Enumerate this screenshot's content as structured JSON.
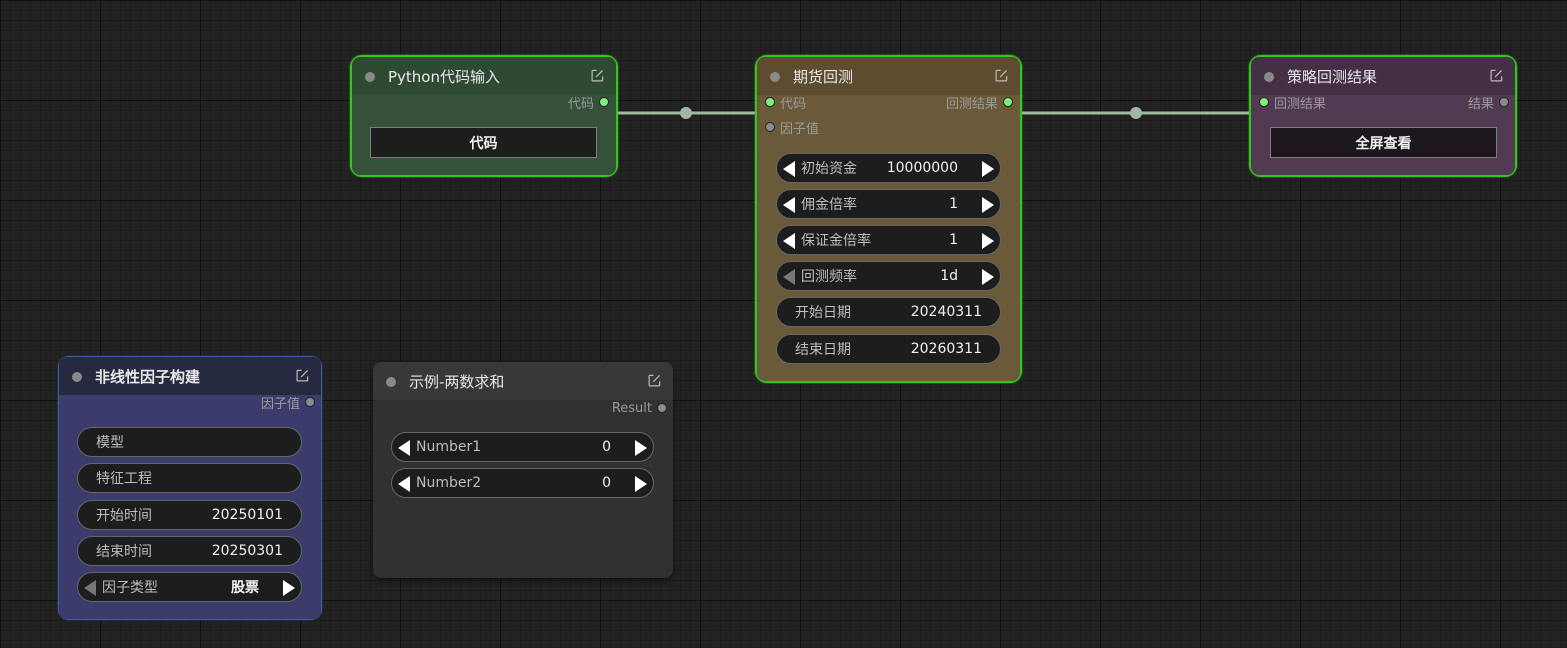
{
  "colors": {
    "link": "#9fb8a2",
    "selection": "#34c61c",
    "python_node": "#35513a",
    "futures_node": "#6b5a3a",
    "result_node": "#523b52",
    "factor_node": "#3b3c6b",
    "example_node": "#303232"
  },
  "nodes": {
    "python": {
      "title": "Python代码输入",
      "output_label": "代码",
      "button_label": "代码"
    },
    "futures": {
      "title": "期货回测",
      "input_code": "代码",
      "input_factor": "因子值",
      "output_label": "回测结果",
      "widgets": [
        {
          "label": "初始资金",
          "value": "10000000"
        },
        {
          "label": "佣金倍率",
          "value": "1"
        },
        {
          "label": "保证金倍率",
          "value": "1"
        },
        {
          "label": "回测频率",
          "value": "1d"
        },
        {
          "label": "开始日期",
          "value": "20240311"
        },
        {
          "label": "结束日期",
          "value": "20260311"
        }
      ]
    },
    "result": {
      "title": "策略回测结果",
      "input_label": "回测结果",
      "output_label": "结果",
      "button_label": "全屏查看"
    },
    "factor": {
      "title": "非线性因子构建",
      "output_label": "因子值",
      "widgets": [
        {
          "label": "模型",
          "value": ""
        },
        {
          "label": "特征工程",
          "value": ""
        },
        {
          "label": "开始时间",
          "value": "20250101"
        },
        {
          "label": "结束时间",
          "value": "20250301"
        },
        {
          "label": "因子类型",
          "value": "股票"
        }
      ]
    },
    "example": {
      "title": "示例-两数求和",
      "output_label": "Result",
      "widgets": [
        {
          "label": "Number1",
          "value": "0"
        },
        {
          "label": "Number2",
          "value": "0"
        }
      ]
    }
  }
}
